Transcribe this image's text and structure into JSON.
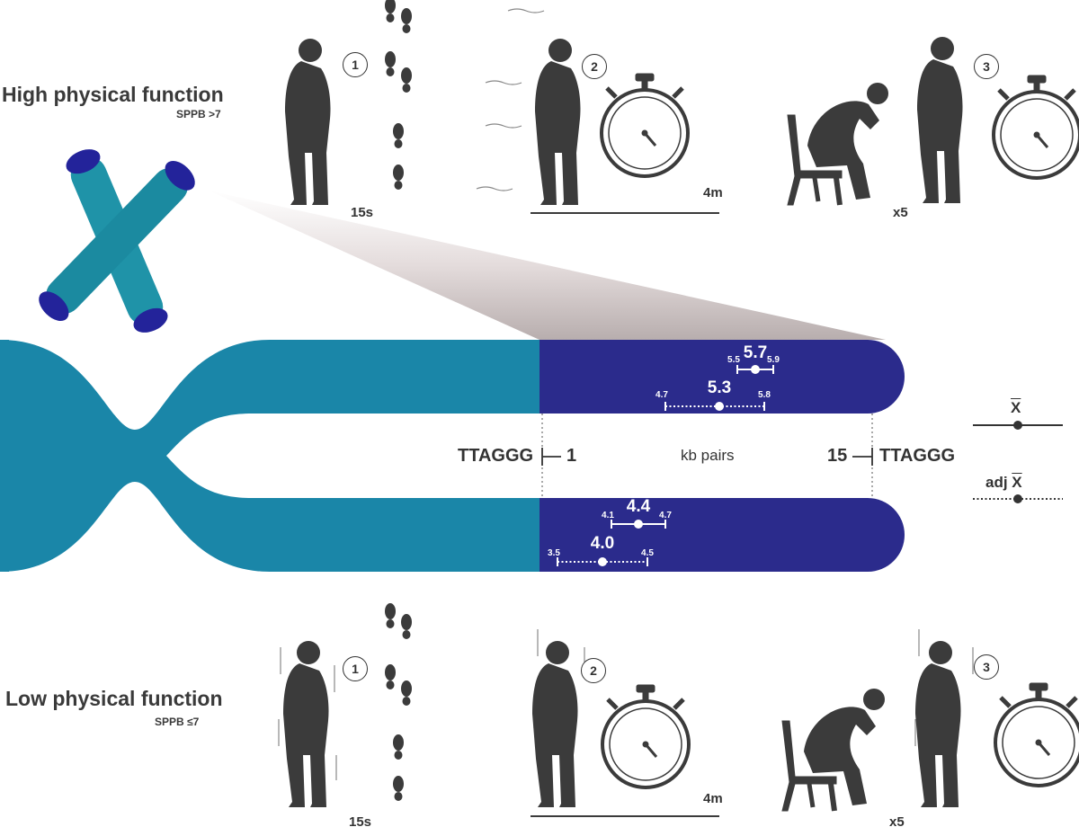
{
  "groups": {
    "high": {
      "title": "High physical function",
      "subtitle": "SPPB >7"
    },
    "low": {
      "title": "Low physical function",
      "subtitle": "SPPB ≤7"
    }
  },
  "tests": {
    "balance": {
      "number": "1",
      "duration": "15s"
    },
    "gait": {
      "number": "2",
      "distance": "4m"
    },
    "chair": {
      "number": "3",
      "repetitions": "x5"
    }
  },
  "telomere": {
    "repeat_left": "TTAGGG",
    "repeat_right": "TTAGGG",
    "scale_start": "1",
    "scale_end": "15",
    "unit": "kb pairs",
    "scale_min": 1,
    "scale_max": 15
  },
  "chart_data": {
    "type": "scatter",
    "unit": "kb pairs",
    "xlim": [
      1,
      15
    ],
    "series": [
      {
        "group": "high",
        "kind": "mean",
        "value": "5.7",
        "low": "5.5",
        "high": "5.9"
      },
      {
        "group": "high",
        "kind": "adjusted mean",
        "value": "5.3",
        "low": "4.7",
        "high": "5.8"
      },
      {
        "group": "low",
        "kind": "mean",
        "value": "4.4",
        "low": "4.1",
        "high": "4.7"
      },
      {
        "group": "low",
        "kind": "adjusted mean",
        "value": "4.0",
        "low": "3.5",
        "high": "4.5"
      }
    ]
  },
  "legend": {
    "mean_label": "X",
    "adj_prefix": "adj",
    "adj_label": "X"
  },
  "colors": {
    "chromatid": "#1a86a8",
    "telomere": "#2b2b8c",
    "chromosome": "#1d8fa6",
    "telomere_cap": "#23239a",
    "silhouette": "#3b3b3b"
  },
  "icons": [
    "chromosome-icon",
    "person-silhouette-icon",
    "footprints-icon",
    "stopwatch-icon",
    "chair-icon"
  ]
}
